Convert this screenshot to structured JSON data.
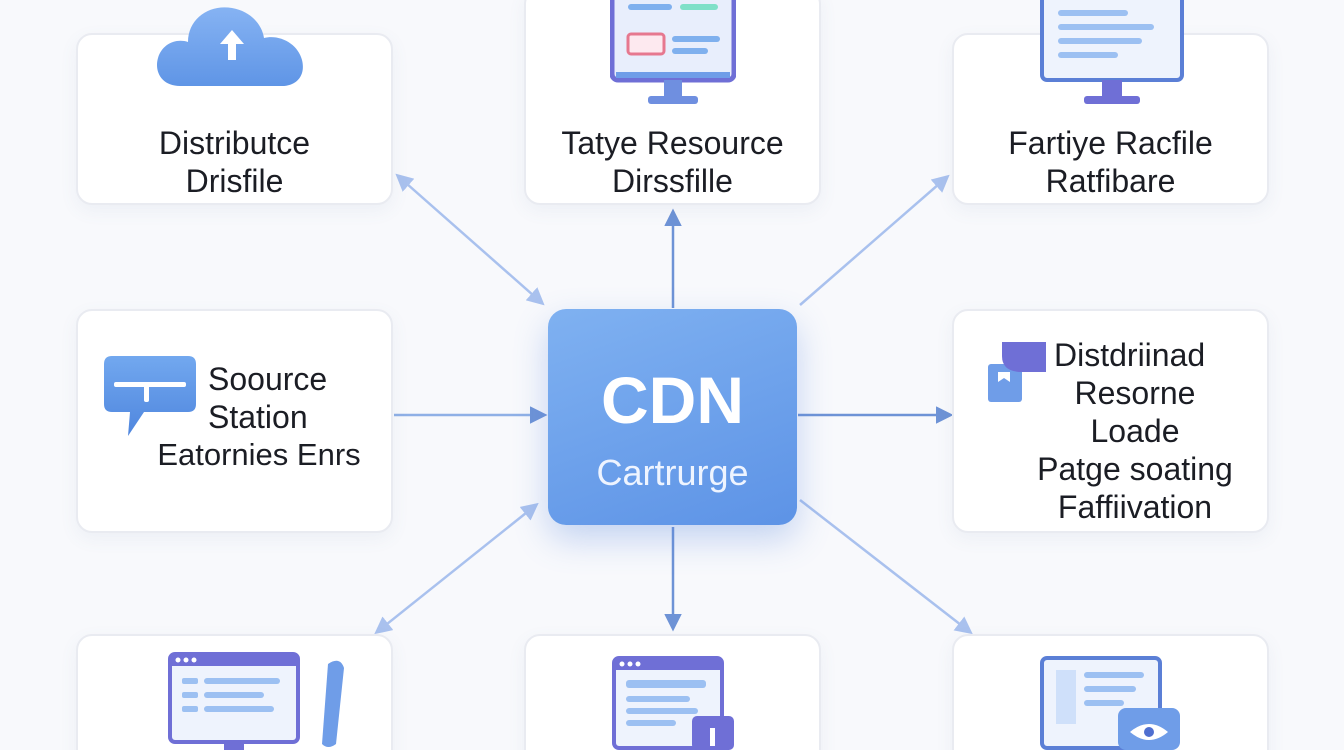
{
  "hub": {
    "title": "CDN",
    "subtitle": "Cartrurge"
  },
  "nodes": {
    "top_left": {
      "lines": [
        "Distributce",
        "Drisfile"
      ],
      "icon": "cloud-upload-icon"
    },
    "top_center": {
      "lines": [
        "Tatye Resource",
        "Dirssfille"
      ],
      "icon": "monitor-icon"
    },
    "top_right": {
      "lines": [
        "Fartiye Racfile",
        "Ratfibare"
      ],
      "icon": "desktop-icon"
    },
    "middle_left": {
      "lines": [
        "Soource",
        "Station"
      ],
      "extra_line": "Eatornies Enrs",
      "icon": "chat-bubble-icon"
    },
    "middle_right": {
      "lines": [
        "Distdriinad",
        "Resorne",
        "Loade",
        "Patge soating",
        "Faffiivation"
      ],
      "icon": "bookmark-folder-icon"
    },
    "bottom_left": {
      "icon": "laptop-stylus-icon"
    },
    "bottom_center": {
      "icon": "browser-window-icon"
    },
    "bottom_right": {
      "icon": "screen-eye-icon"
    }
  },
  "colors": {
    "arrow_dark": "#6e93d6",
    "arrow_light": "#a9c1ee",
    "hub_top": "#7fb1f1",
    "hub_bottom": "#5d93e6",
    "icon_blue": "#6f9de8",
    "icon_purple": "#6f6fd6"
  }
}
